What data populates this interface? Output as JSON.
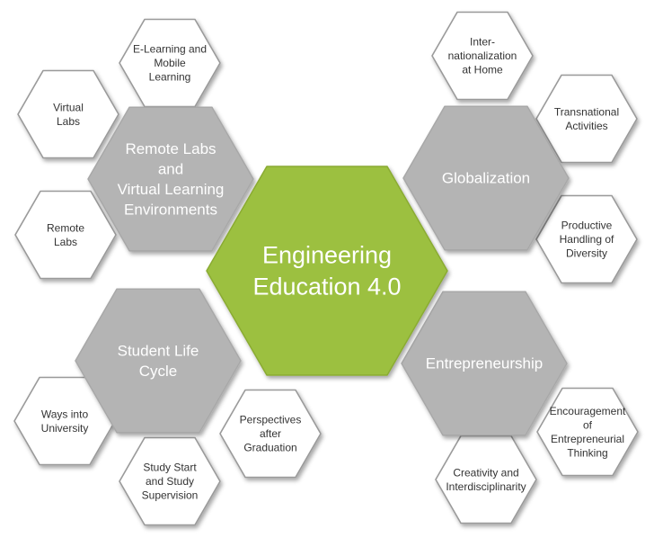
{
  "colors": {
    "center_fill": "#9cc03f",
    "center_stroke": "#8aab33",
    "category_fill": "#b4b4b4",
    "category_stroke": "#a8a8a8",
    "leaf_fill": "#ffffff",
    "leaf_stroke": "#9a9a9a",
    "text_dark": "#333333",
    "text_light": "#ffffff"
  },
  "center": {
    "lines": [
      "Engineering",
      "Education 4.0"
    ]
  },
  "categories": [
    {
      "id": "remote-labs",
      "lines": [
        "Remote Labs",
        "and",
        "Virtual Learning",
        "Environments"
      ]
    },
    {
      "id": "globalization",
      "lines": [
        "Globalization"
      ]
    },
    {
      "id": "student-life-cycle",
      "lines": [
        "Student Life",
        "Cycle"
      ]
    },
    {
      "id": "entrepreneurship",
      "lines": [
        "Entrepreneurship"
      ]
    }
  ],
  "leaves": [
    {
      "id": "e-learning",
      "lines": [
        "E-Learning and",
        "Mobile",
        "Learning"
      ]
    },
    {
      "id": "virtual-labs",
      "lines": [
        "Virtual",
        "Labs"
      ]
    },
    {
      "id": "remote-labs-leaf",
      "lines": [
        "Remote",
        "Labs"
      ]
    },
    {
      "id": "internationalization",
      "lines": [
        "Inter-",
        "nationalization",
        "at Home"
      ]
    },
    {
      "id": "transnational",
      "lines": [
        "Transnational",
        "Activities"
      ]
    },
    {
      "id": "diversity",
      "lines": [
        "Productive",
        "Handling of",
        "Diversity"
      ]
    },
    {
      "id": "ways-into-university",
      "lines": [
        "Ways into",
        "University"
      ]
    },
    {
      "id": "study-start",
      "lines": [
        "Study Start",
        "and Study",
        "Supervision"
      ]
    },
    {
      "id": "perspectives",
      "lines": [
        "Perspectives",
        "after",
        "Graduation"
      ]
    },
    {
      "id": "encouragement",
      "lines": [
        "Encouragement",
        "of",
        "Entrepreneurial",
        "Thinking"
      ]
    },
    {
      "id": "creativity",
      "lines": [
        "Creativity and",
        "Interdisciplinarity"
      ]
    }
  ]
}
